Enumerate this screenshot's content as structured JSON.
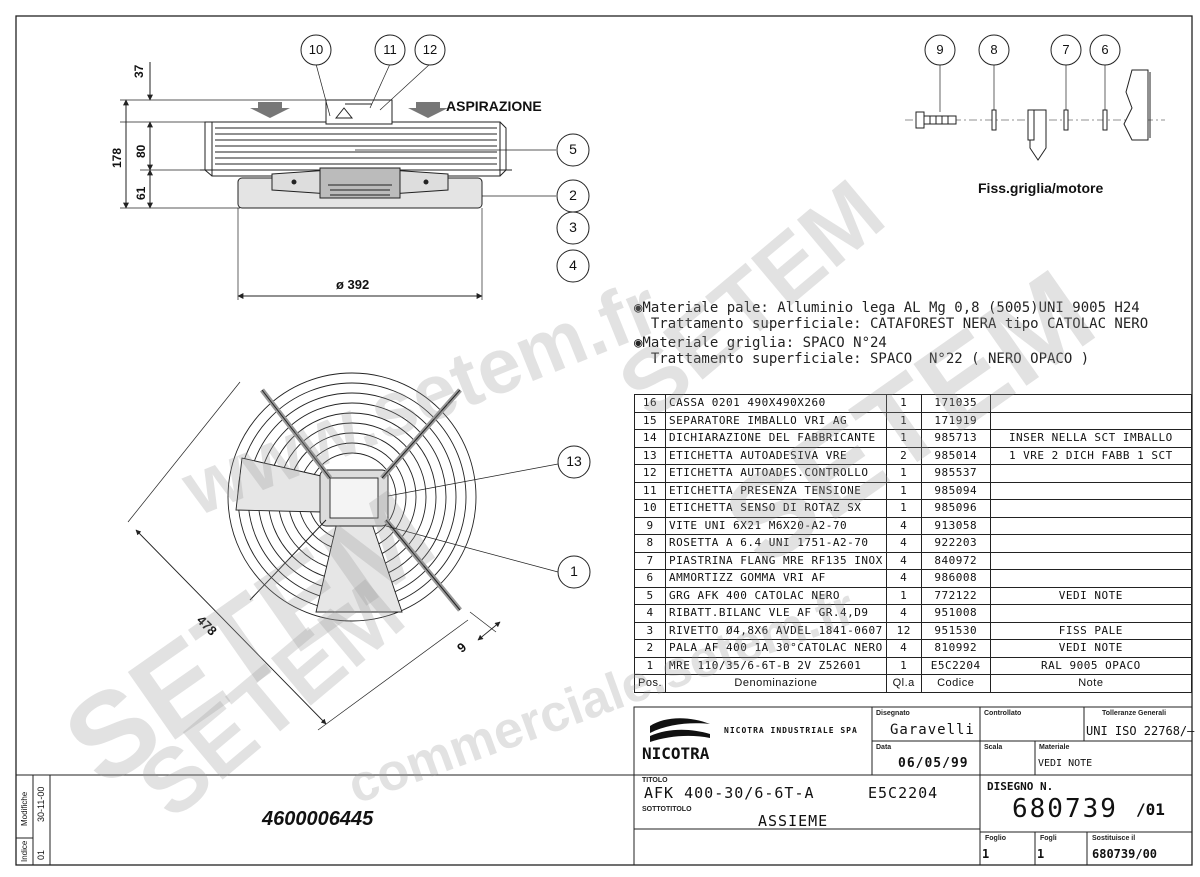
{
  "drawing": {
    "label_aspirazione": "ASPIRAZIONE",
    "label_fiss": "Fiss.griglia/motore",
    "dim_392": "ø 392",
    "dim_478": "478",
    "dim_9": "9",
    "dim_37": "37",
    "dim_178": "178",
    "dim_80": "80",
    "dim_61": "61",
    "balloons_top": [
      "10",
      "11",
      "12"
    ],
    "balloons_side": [
      "5",
      "2",
      "3",
      "4"
    ],
    "balloons_fix": [
      "9",
      "8",
      "7",
      "6"
    ],
    "balloon_13": "13",
    "balloon_1": "1"
  },
  "notes": [
    "◉Materiale pale: Alluminio lega AL Mg 0,8 (5005)UNI 9005 H24",
    "  Trattamento superficiale: CATAFOREST NERA tipo CATOLAC NERO",
    "◉Materiale griglia: SPACO N°24",
    "  Trattamento superficiale: SPACO  N°22 ( NERO OPACO )"
  ],
  "parts_header": {
    "pos": "Pos.",
    "den": "Denominazione",
    "qty": "Ql.a",
    "cod": "Codice",
    "note": "Note"
  },
  "parts": [
    {
      "pos": "16",
      "den": "CASSA 0201 490X490X260",
      "qty": "1",
      "cod": "171035",
      "note": ""
    },
    {
      "pos": "15",
      "den": "SEPARATORE IMBALLO VRI AG",
      "qty": "1",
      "cod": "171919",
      "note": ""
    },
    {
      "pos": "14",
      "den": "DICHIARAZIONE DEL FABBRICANTE",
      "qty": "1",
      "cod": "985713",
      "note": "INSER NELLA SCT IMBALLO"
    },
    {
      "pos": "13",
      "den": "ETICHETTA AUTOADESIVA VRE",
      "qty": "2",
      "cod": "985014",
      "note": "1 VRE 2 DICH FABB 1 SCT"
    },
    {
      "pos": "12",
      "den": "ETICHETTA AUTOADES.CONTROLLO",
      "qty": "1",
      "cod": "985537",
      "note": ""
    },
    {
      "pos": "11",
      "den": "ETICHETTA PRESENZA TENSIONE",
      "qty": "1",
      "cod": "985094",
      "note": ""
    },
    {
      "pos": "10",
      "den": "ETICHETTA SENSO DI ROTAZ SX",
      "qty": "1",
      "cod": "985096",
      "note": ""
    },
    {
      "pos": "9",
      "den": "VITE UNI 6X21 M6X20-A2-70",
      "qty": "4",
      "cod": "913058",
      "note": ""
    },
    {
      "pos": "8",
      "den": "ROSETTA A 6.4 UNI 1751-A2-70",
      "qty": "4",
      "cod": "922203",
      "note": ""
    },
    {
      "pos": "7",
      "den": "PIASTRINA FLANG MRE RF135 INOX",
      "qty": "4",
      "cod": "840972",
      "note": ""
    },
    {
      "pos": "6",
      "den": "AMMORTIZZ GOMMA VRI AF",
      "qty": "4",
      "cod": "986008",
      "note": ""
    },
    {
      "pos": "5",
      "den": "GRG AFK 400 CATOLAC NERO",
      "qty": "1",
      "cod": "772122",
      "note": "VEDI NOTE"
    },
    {
      "pos": "4",
      "den": "RIBATT.BILANC VLE AF GR.4,D9",
      "qty": "4",
      "cod": "951008",
      "note": ""
    },
    {
      "pos": "3",
      "den": "RIVETTO Ø4,8X6 AVDEL 1841-0607",
      "qty": "12",
      "cod": "951530",
      "note": "FISS PALE"
    },
    {
      "pos": "2",
      "den": "PALA AF 400 1A 30°CATOLAC NERO",
      "qty": "4",
      "cod": "810992",
      "note": "VEDI NOTE"
    },
    {
      "pos": "1",
      "den": "MRE 110/35/6-6T-B 2V Z52601",
      "qty": "1",
      "cod": "E5C2204",
      "note": "RAL 9005 OPACO"
    }
  ],
  "title_block": {
    "company": "NICOTRA INDUSTRIALE SPA",
    "logo_text": "NICOTRA",
    "lbl_disegnato": "Disegnato",
    "disegnato": "Garavelli",
    "lbl_controllato": "Controllato",
    "lbl_tolleranze": "Tolleranze Generali",
    "tolleranze": "UNI ISO 22768/–",
    "lbl_data": "Data",
    "data": "06/05/99",
    "lbl_scala": "Scala",
    "lbl_materiale": "Materiale",
    "materiale": "VEDI NOTE",
    "lbl_titolo": "TITOLO",
    "titolo": "AFK 400-30/6-6T-A",
    "codice": "E5C2204",
    "lbl_sottotitolo": "SOTTOTITOLO",
    "sottotitolo": "ASSIEME",
    "lbl_disegno": "DISEGNO N.",
    "disegno": "680739",
    "revisione": "/01",
    "lbl_foglio": "Foglio",
    "foglio": "1",
    "lbl_fogli": "Fogli",
    "fogli": "1",
    "lbl_sostituisce": "Sostituisce il",
    "sostituisce": "680739/00"
  },
  "left_block": {
    "doc_number": "4600006445",
    "lbl_modifiche": "Modifiche",
    "lbl_indice": "Indice",
    "date": "30-11-00",
    "indice": "01"
  },
  "watermarks": [
    "www.setem.fr",
    "SETEM",
    "SETEM",
    "SETEM",
    "SETEM",
    "commerciale.setem.fr"
  ]
}
